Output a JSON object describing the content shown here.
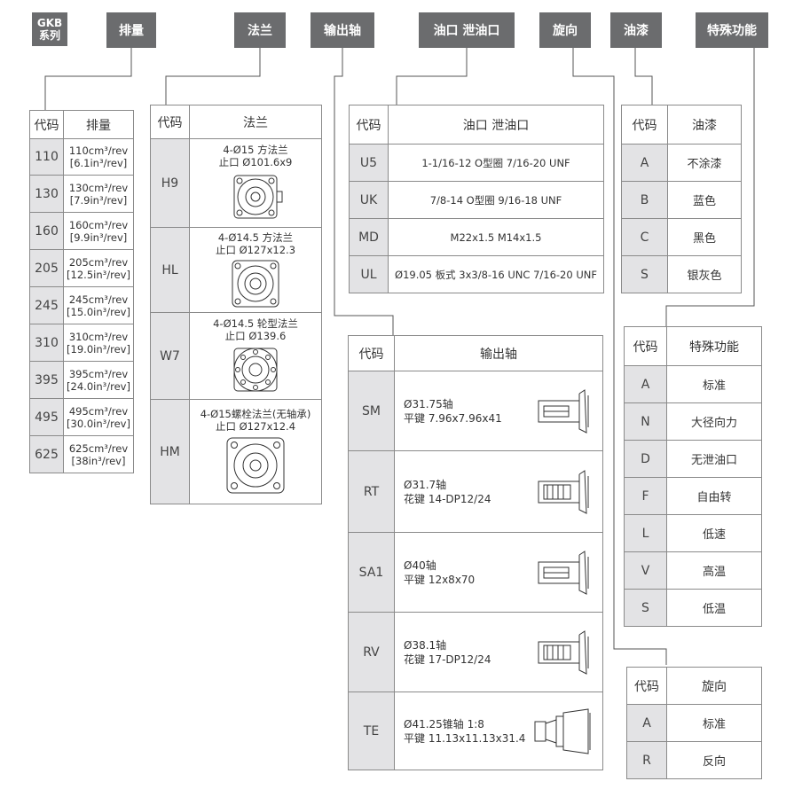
{
  "headers": {
    "series": [
      "GKB",
      "系列"
    ],
    "displacement": "排量",
    "flange": "法兰",
    "shaft": "输出轴",
    "ports": "油口 泄油口",
    "rotation": "旋向",
    "paint": "油漆",
    "special": "特殊功能"
  },
  "displacement_table": {
    "col_code": "代码",
    "col_value": "排量",
    "rows": [
      {
        "code": "110",
        "metric": "110cm³/rev",
        "imperial": "[6.1in³/rev]"
      },
      {
        "code": "130",
        "metric": "130cm³/rev",
        "imperial": "[7.9in³/rev]"
      },
      {
        "code": "160",
        "metric": "160cm³/rev",
        "imperial": "[9.9in³/rev]"
      },
      {
        "code": "205",
        "metric": "205cm³/rev",
        "imperial": "[12.5in³/rev]"
      },
      {
        "code": "245",
        "metric": "245cm³/rev",
        "imperial": "[15.0in³/rev]"
      },
      {
        "code": "310",
        "metric": "310cm³/rev",
        "imperial": "[19.0in³/rev]"
      },
      {
        "code": "395",
        "metric": "395cm³/rev",
        "imperial": "[24.0in³/rev]"
      },
      {
        "code": "495",
        "metric": "495cm³/rev",
        "imperial": "[30.0in³/rev]"
      },
      {
        "code": "625",
        "metric": "625cm³/rev",
        "imperial": "[38in³/rev]"
      }
    ]
  },
  "flange_table": {
    "col_code": "代码",
    "col_value": "法兰",
    "rows": [
      {
        "code": "H9",
        "line1": "4-Ø15 方法兰",
        "line2": "止口 Ø101.6x9"
      },
      {
        "code": "HL",
        "line1": "4-Ø14.5 方法兰",
        "line2": "止口 Ø127x12.3"
      },
      {
        "code": "W7",
        "line1": "4-Ø14.5 轮型法兰",
        "line2": "止口 Ø139.6"
      },
      {
        "code": "HM",
        "line1": "4-Ø15螺栓法兰(无轴承)",
        "line2": "止口 Ø127x12.4"
      }
    ]
  },
  "ports_table": {
    "col_code": "代码",
    "col_value": "油口 泄油口",
    "rows": [
      {
        "code": "U5",
        "value": "1-1/16-12 O型圈 7/16-20 UNF"
      },
      {
        "code": "UK",
        "value": "7/8-14 O型圈  9/16-18 UNF"
      },
      {
        "code": "MD",
        "value": "M22x1.5  M14x1.5"
      },
      {
        "code": "UL",
        "value": "Ø19.05 板式 3x3/8-16 UNC  7/16-20 UNF"
      }
    ]
  },
  "shaft_table": {
    "col_code": "代码",
    "col_value": "输出轴",
    "rows": [
      {
        "code": "SM",
        "line1": "Ø31.75轴",
        "line2": "平键 7.96x7.96x41"
      },
      {
        "code": "RT",
        "line1": "Ø31.7轴",
        "line2": "花键 14-DP12/24"
      },
      {
        "code": "SA1",
        "line1": "Ø40轴",
        "line2": "平键 12x8x70"
      },
      {
        "code": "RV",
        "line1": "Ø38.1轴",
        "line2": "花键 17-DP12/24"
      },
      {
        "code": "TE",
        "line1": "Ø41.25锥轴 1:8",
        "line2": "平键 11.13x11.13x31.4"
      }
    ]
  },
  "paint_table": {
    "col_code": "代码",
    "col_value": "油漆",
    "rows": [
      {
        "code": "A",
        "value": "不涂漆"
      },
      {
        "code": "B",
        "value": "蓝色"
      },
      {
        "code": "C",
        "value": "黑色"
      },
      {
        "code": "S",
        "value": "银灰色"
      }
    ]
  },
  "special_table": {
    "col_code": "代码",
    "col_value": "特殊功能",
    "rows": [
      {
        "code": "A",
        "value": "标准"
      },
      {
        "code": "N",
        "value": "大径向力"
      },
      {
        "code": "D",
        "value": "无泄油口"
      },
      {
        "code": "F",
        "value": "自由转"
      },
      {
        "code": "L",
        "value": "低速"
      },
      {
        "code": "V",
        "value": "高温"
      },
      {
        "code": "S",
        "value": "低温"
      }
    ]
  },
  "rotation_table": {
    "col_code": "代码",
    "col_value": "旋向",
    "rows": [
      {
        "code": "A",
        "value": "标准"
      },
      {
        "code": "R",
        "value": "反向"
      }
    ]
  },
  "colors": {
    "header_bg": "#6b6c6e",
    "code_cell_bg": "#e3e3e5",
    "line": "#555555"
  },
  "icons": [
    "flange-square-icon",
    "flange-square-large-icon",
    "flange-wheel-icon",
    "flange-bolt-icon",
    "shaft-key-icon",
    "shaft-spline-icon",
    "shaft-taper-icon"
  ]
}
